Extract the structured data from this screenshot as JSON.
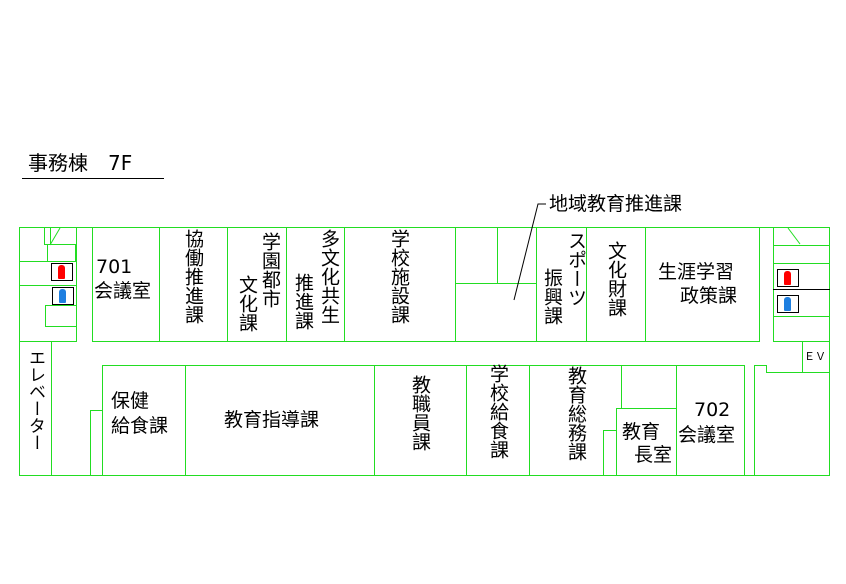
{
  "title": "事務棟　7F",
  "callout": "地域教育推進課",
  "top_rooms": {
    "r701": [
      "701",
      "会議室"
    ],
    "kyodo": "協働推進課",
    "gakuen_a": "学園都市",
    "gakuen_b": "文化課",
    "tabunka_a": "多文化共生",
    "tabunka_b": "推進課",
    "shisetsu": "学校施設課",
    "sports_a": "スポーツ",
    "sports_b": "振興課",
    "bunkazai": "文化財課",
    "shogai": [
      "生涯学習",
      "政策課"
    ]
  },
  "bottom_rooms": {
    "elevator": "エレベーター",
    "hoken": [
      "保健",
      "給食課"
    ],
    "shido": "教育指導課",
    "shokuin": "教職員課",
    "kyushoku": "学校給食課",
    "somu": "教育総務課",
    "kyoikucho": [
      "教育",
      "長室"
    ],
    "r702": [
      "702",
      "会議室"
    ]
  },
  "ev_label": "ＥＶ",
  "colors": {
    "wall": "#22dd22",
    "female": "#ff0000",
    "male": "#1e7fe0"
  }
}
